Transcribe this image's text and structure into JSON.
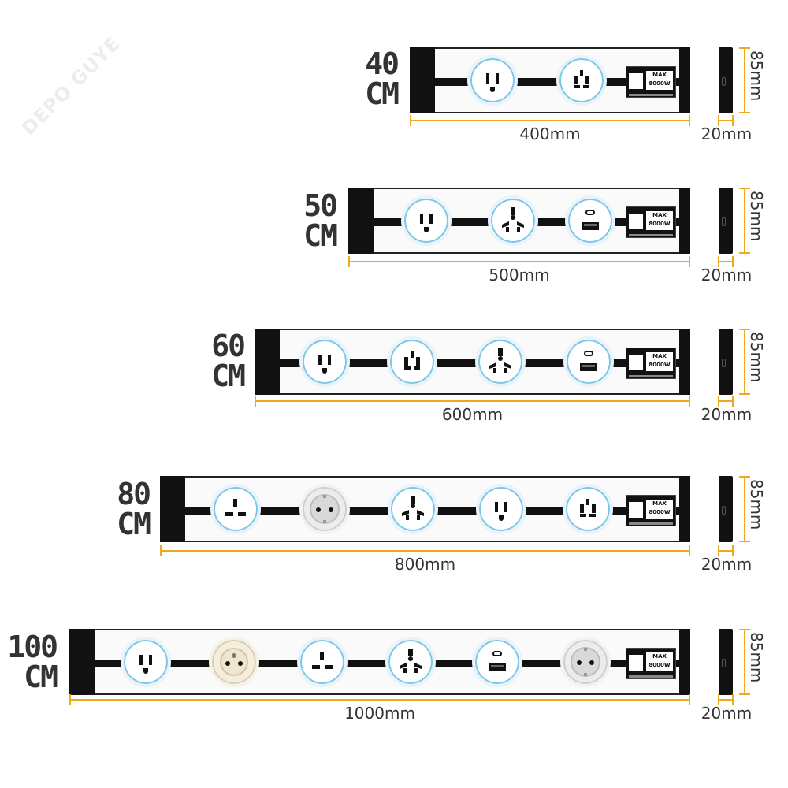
{
  "watermark": "DEPO GUYE",
  "panel": {
    "max_label": "MAX",
    "power_label": "8000W"
  },
  "rows": [
    {
      "size_num": "40",
      "size_unit": "CM",
      "length": "400mm",
      "width": "20mm",
      "height": "85mm",
      "sockets": [
        "us",
        "us-multi"
      ],
      "has_usb": false
    },
    {
      "size_num": "50",
      "size_unit": "CM",
      "length": "500mm",
      "width": "20mm",
      "height": "85mm",
      "sockets": [
        "us",
        "universal",
        "usb"
      ],
      "has_usb": true
    },
    {
      "size_num": "60",
      "size_unit": "CM",
      "length": "600mm",
      "width": "20mm",
      "height": "85mm",
      "sockets": [
        "us",
        "us-multi",
        "universal",
        "usb"
      ],
      "has_usb": true
    },
    {
      "size_num": "80",
      "size_unit": "CM",
      "length": "800mm",
      "width": "20mm",
      "height": "85mm",
      "sockets": [
        "uk",
        "eu-schuko",
        "universal",
        "us",
        "us-multi"
      ],
      "has_usb": false
    },
    {
      "size_num": "100",
      "size_unit": "CM",
      "length": "1000mm",
      "width": "20mm",
      "height": "85mm",
      "sockets": [
        "us",
        "fr",
        "uk",
        "universal",
        "usb",
        "eu-schuko"
      ],
      "has_usb": true
    }
  ]
}
